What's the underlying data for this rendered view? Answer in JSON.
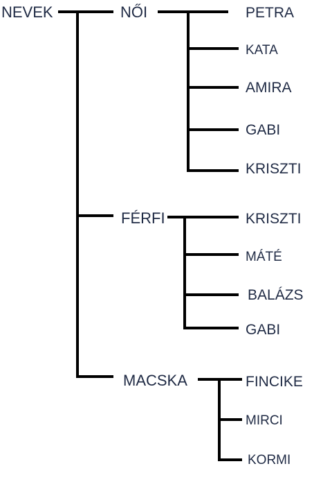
{
  "tree": {
    "root": {
      "label": "NEVEK"
    },
    "categories": [
      {
        "label": "NŐI",
        "children": [
          "PETRA",
          "KATA",
          "AMIRA",
          "GABI",
          "KRISZTI"
        ]
      },
      {
        "label": "FÉRFI",
        "children": [
          "KRISZTI",
          "MÁTÉ",
          "BALÁZS",
          "GABI"
        ]
      },
      {
        "label": "MACSKA",
        "children": [
          "FINCIKE",
          "MIRCI",
          "KORMI"
        ]
      }
    ]
  }
}
